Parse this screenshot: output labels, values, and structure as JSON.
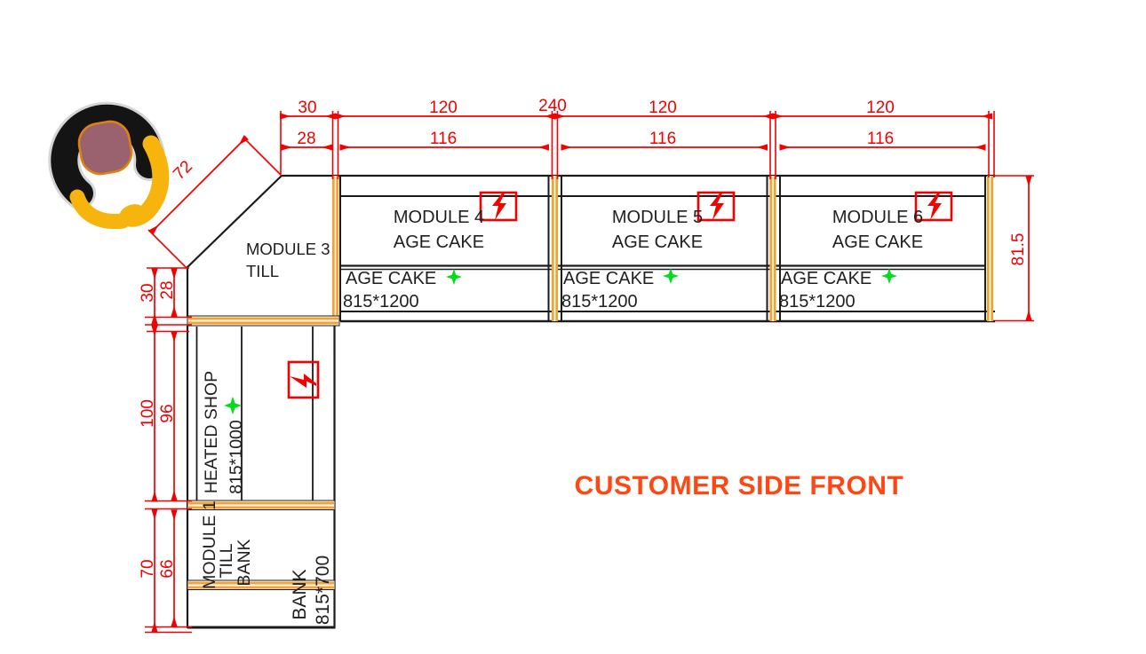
{
  "title": "CUSTOMER SIDE FRONT",
  "colors": {
    "dimension_red": "#F40000",
    "post_orange": "#F0A232",
    "title_orange": "#FF4713",
    "marker_green": "#00DD1C",
    "line_black": "#1B1B1B"
  },
  "dims": {
    "top_outer": [
      "30",
      "120",
      "240",
      "120",
      "120"
    ],
    "top_inner": [
      "28",
      "116",
      "116",
      "116"
    ],
    "diagonal": "72",
    "mod3_left": [
      "30",
      "28"
    ],
    "heated_left": [
      "100",
      "96"
    ],
    "bank_left": [
      "70",
      "66"
    ],
    "right_depth": "81.5"
  },
  "modules": {
    "m3": {
      "line1": "MODULE 3",
      "line2": "TILL"
    },
    "m4": {
      "line1": "MODULE 4",
      "line2": "AGE CAKE",
      "strip_label": "AGE CAKE",
      "strip_size": "815*1200"
    },
    "m5": {
      "line1": "MODULE 5",
      "line2": "AGE CAKE",
      "strip_label": "AGE CAKE",
      "strip_size": "815*1200"
    },
    "m6": {
      "line1": "MODULE 6",
      "line2": "AGE CAKE",
      "strip_label": "AGE CAKE",
      "strip_size": "815*1200"
    },
    "heated": {
      "label": "HEATED SHOP",
      "size": "815*1000"
    },
    "m1": {
      "line1": "MODULE 1",
      "line2": "TILL",
      "line3": "BANK"
    },
    "bank": {
      "label": "BANK",
      "size": "815*700"
    }
  },
  "icons": {
    "power": "lightning-bolt",
    "shelf_marker": "four-point-diamond",
    "person": "person-top-view"
  }
}
